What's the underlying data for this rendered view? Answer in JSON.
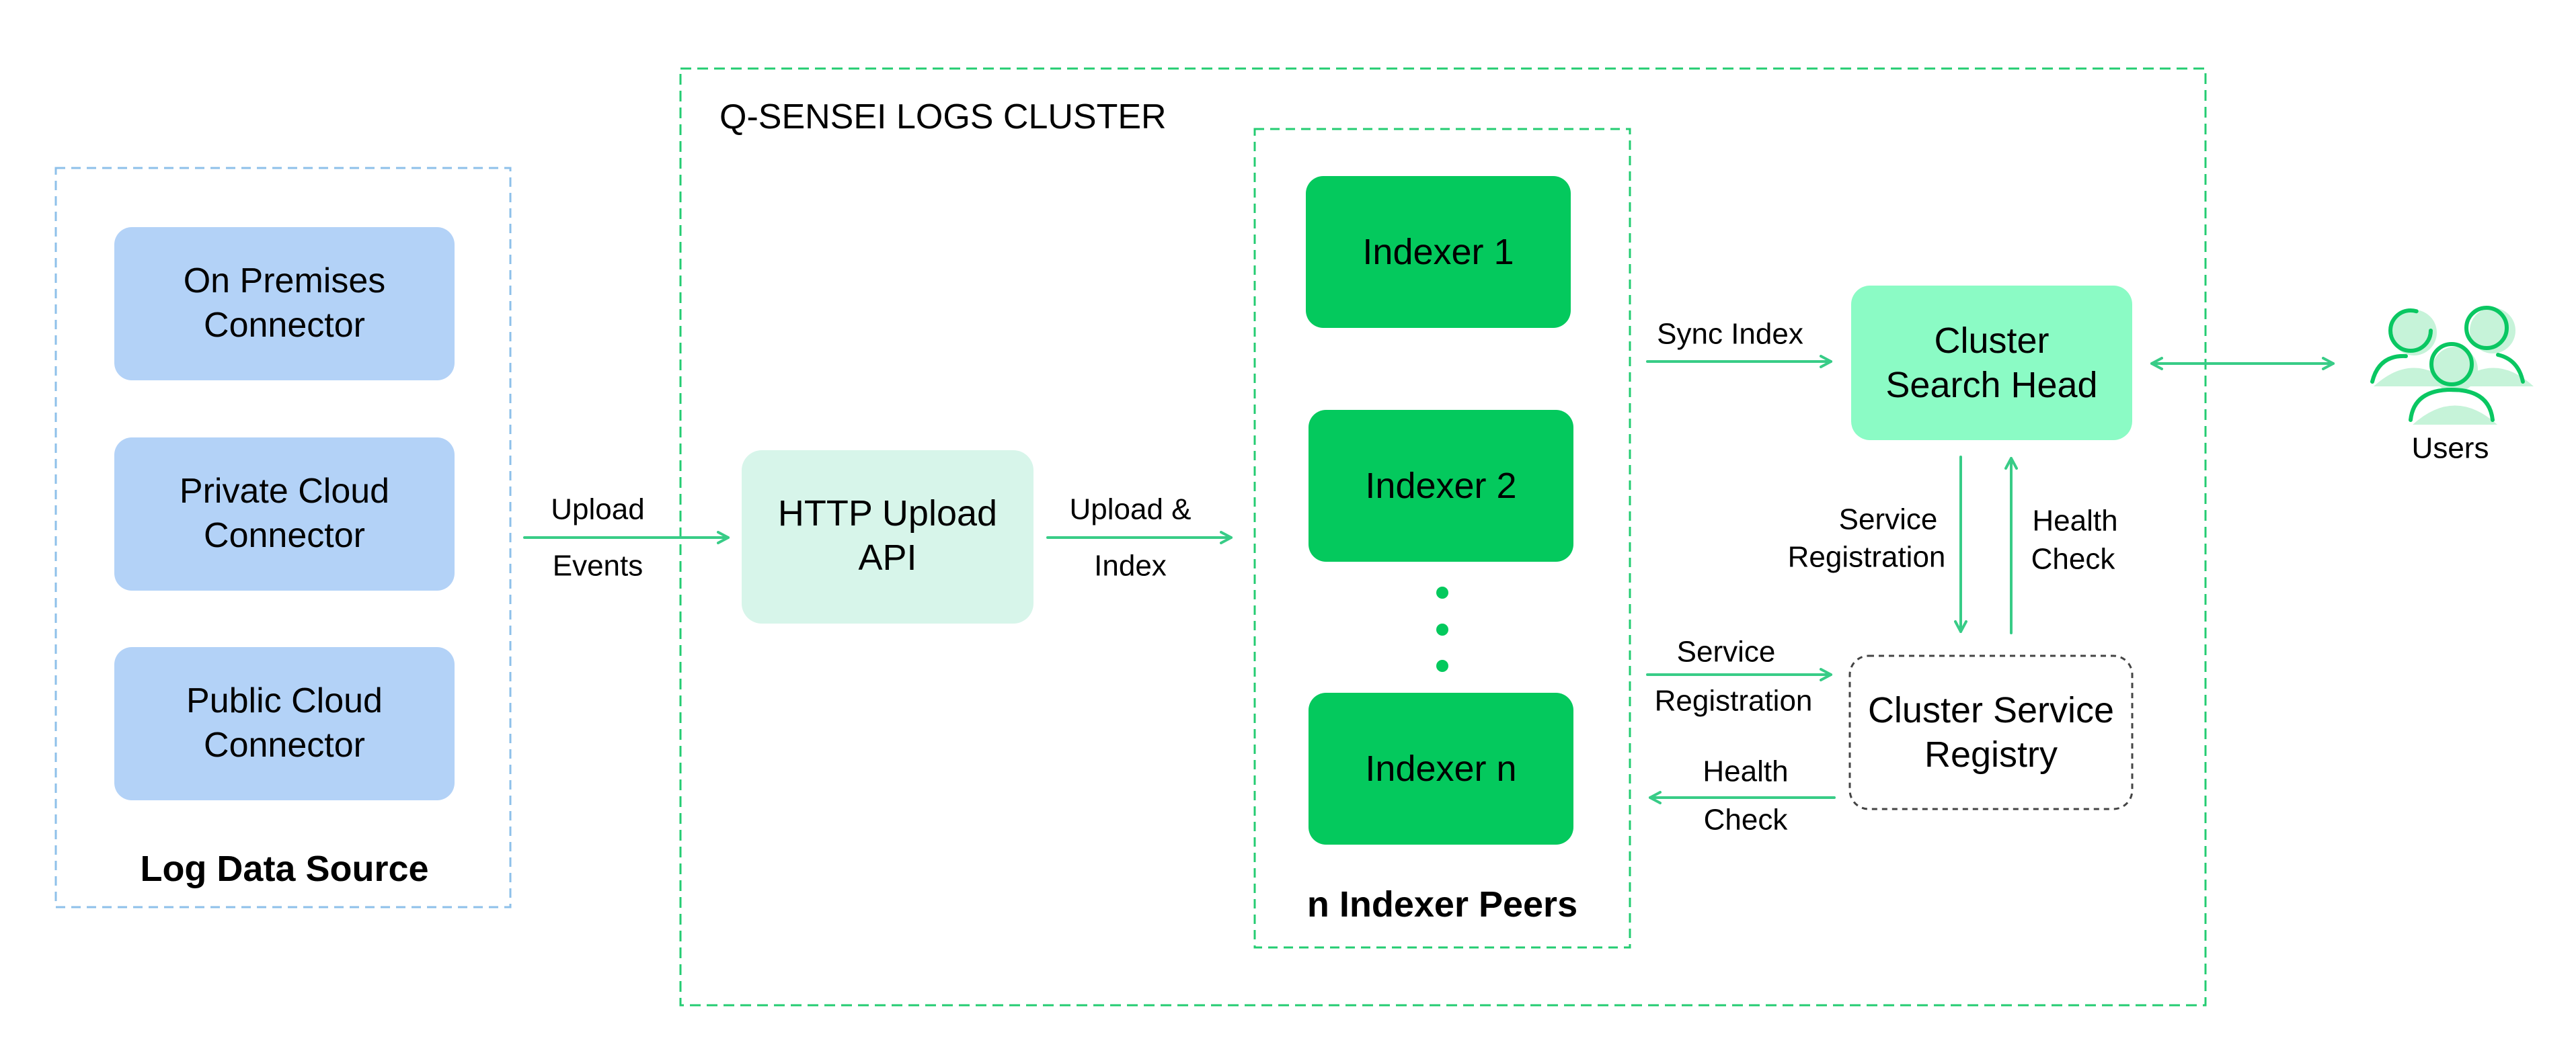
{
  "colors": {
    "source_box": "#b3d2f7",
    "source_border": "#8ec0ea",
    "cluster_border": "#24cc72",
    "indexer_fill": "#04c95d",
    "upload_api_fill": "#d7f5ea",
    "search_head_fill": "#8bfbc5",
    "arrow": "#38cc87",
    "users_icon": "#0ac762",
    "users_icon_shadow": "#c6f3d9"
  },
  "diagram": {
    "cluster_title": "Q-SENSEI LOGS CLUSTER",
    "log_source": {
      "title": "Log Data Source",
      "connectors": [
        [
          "On Premises",
          "Connector"
        ],
        [
          "Private Cloud",
          "Connector"
        ],
        [
          "Public Cloud",
          "Connector"
        ]
      ]
    },
    "upload_api": [
      "HTTP Upload",
      "API"
    ],
    "indexers": {
      "items": [
        "Indexer 1",
        "Indexer 2",
        "Indexer n"
      ],
      "group_title": "n Indexer Peers"
    },
    "search_head": [
      "Cluster",
      "Search Head"
    ],
    "service_registry": [
      "Cluster Service",
      "Registry"
    ],
    "users_label": "Users",
    "edge_labels": {
      "upload_events": [
        "Upload",
        "Events"
      ],
      "upload_index": [
        "Upload &",
        "Index"
      ],
      "sync_index": "Sync Index",
      "service_registration_head": [
        "Service",
        "Registration"
      ],
      "health_check_head": [
        "Health",
        "Check"
      ],
      "service_registration_indexers": [
        "Service",
        "Registration"
      ],
      "health_check_indexers": [
        "Health",
        "Check"
      ]
    }
  }
}
